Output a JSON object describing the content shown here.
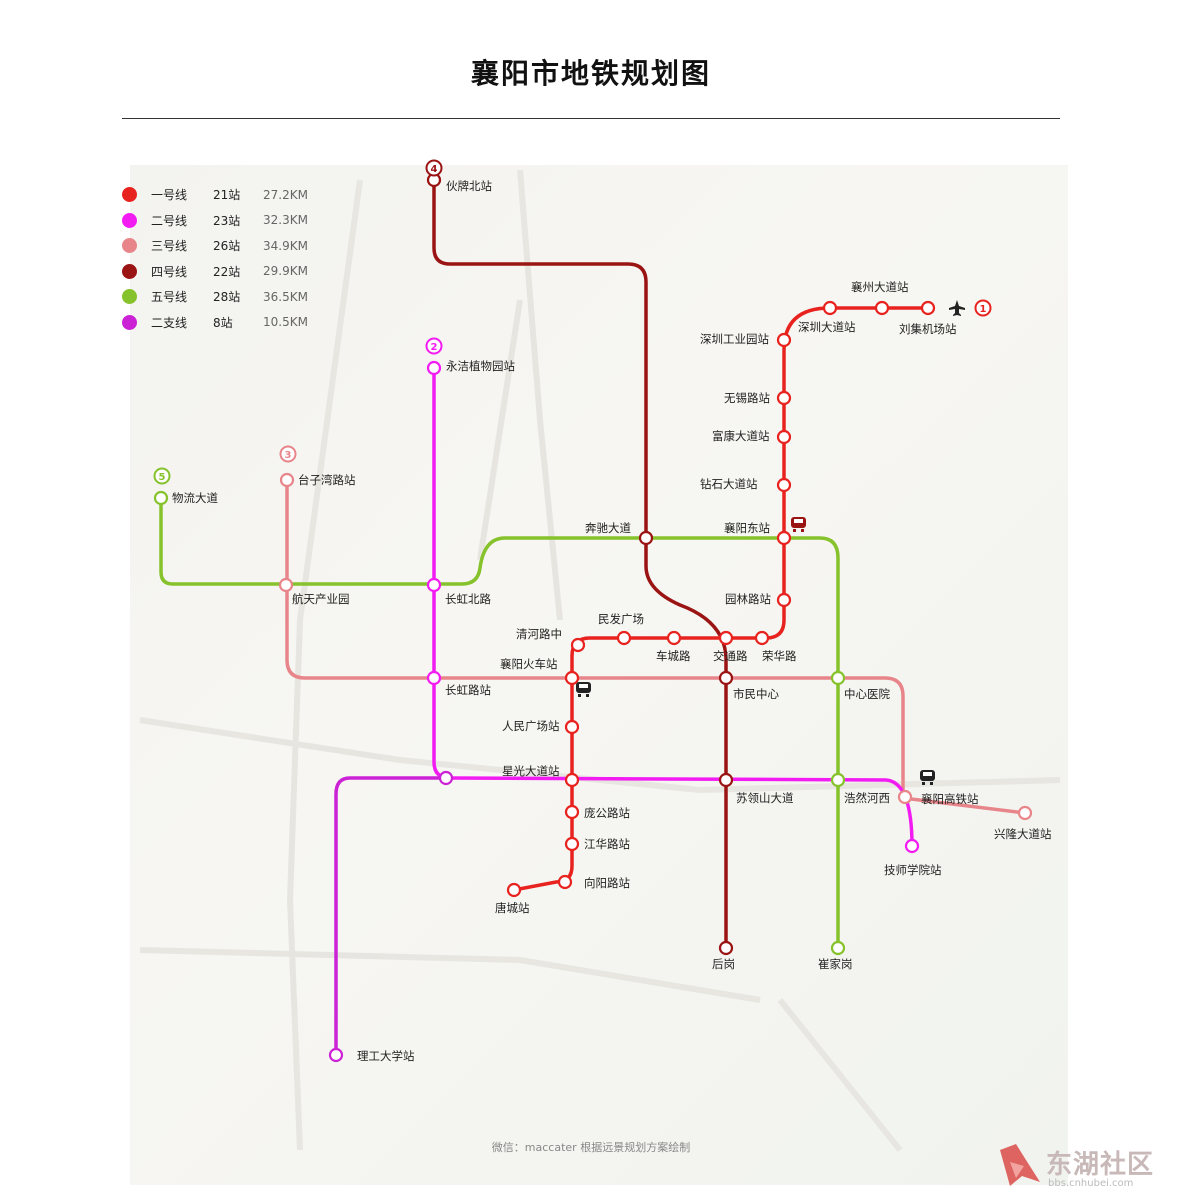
{
  "title": "襄阳市地铁规划图",
  "footer": "微信：maccater 根据远景规划方案绘制",
  "watermark": {
    "text": "东湖社区",
    "url": "bbs.cnhubei.com"
  },
  "legend": [
    {
      "name": "一号线",
      "stations": "21站",
      "km": "27.2KM",
      "color": "#e8221f"
    },
    {
      "name": "二号线",
      "stations": "23站",
      "km": "32.3KM",
      "color": "#f21cf2"
    },
    {
      "name": "三号线",
      "stations": "26站",
      "km": "34.9KM",
      "color": "#e8858a"
    },
    {
      "name": "四号线",
      "stations": "22站",
      "km": "29.9KM",
      "color": "#9b1414"
    },
    {
      "name": "五号线",
      "stations": "28站",
      "km": "36.5KM",
      "color": "#86c22b"
    },
    {
      "name": "二支线",
      "stations": "8站",
      "km": "10.5KM",
      "color": "#cc22d6"
    }
  ],
  "line_badges": [
    "1",
    "2",
    "3",
    "4",
    "5"
  ],
  "stations": {
    "s01": "伙牌北站",
    "s02": "襄州大道站",
    "s03": "深圳大道站",
    "s04": "刘集机场站",
    "s05": "深圳工业园站",
    "s06": "永洁植物园站",
    "s07": "无锡路站",
    "s08": "富康大道站",
    "s09": "台子湾路站",
    "s10": "物流大道",
    "s11": "钻石大道站",
    "s12": "奔驰大道",
    "s13": "襄阳东站",
    "s14": "航天产业园",
    "s15": "长虹北路",
    "s16": "园林路站",
    "s17": "民发广场",
    "s18": "清河路中",
    "s19": "车城路",
    "s20": "交通路",
    "s21": "荣华路",
    "s22": "襄阳火车站",
    "s23": "长虹路站",
    "s24": "市民中心",
    "s25": "中心医院",
    "s26": "人民广场站",
    "s27": "星光大道站",
    "s28": "苏领山大道",
    "s29": "浩然河西",
    "s30": "襄阳高铁站",
    "s31": "兴隆大道站",
    "s32": "庞公路站",
    "s33": "江华路站",
    "s34": "技师学院站",
    "s35": "向阳路站",
    "s36": "唐城站",
    "s37": "后岗",
    "s38": "崔家岗",
    "s39": "理工大学站"
  }
}
